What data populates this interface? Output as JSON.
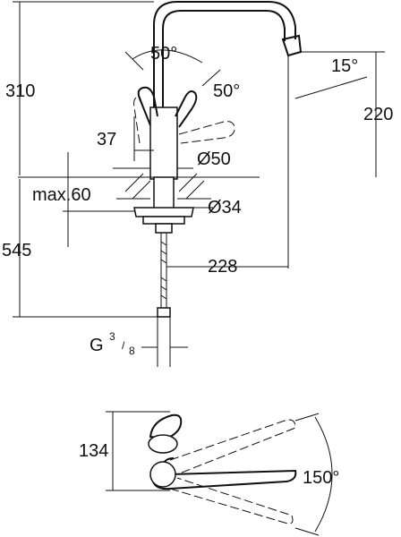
{
  "front_view": {
    "total_height": "310",
    "lower_height": "545",
    "spout_height": "220",
    "lever_angle_left": "50°",
    "lever_angle_right": "50°",
    "spout_tilt": "15°",
    "lever_offset": "37",
    "body_diameter": "Ø50",
    "max_counter": "max.60",
    "hole_diameter": "Ø34",
    "spout_reach": "228",
    "thread_prefix": "G",
    "thread_num": "3",
    "thread_den": "8"
  },
  "top_view": {
    "depth": "134",
    "swivel_angle": "150°"
  }
}
